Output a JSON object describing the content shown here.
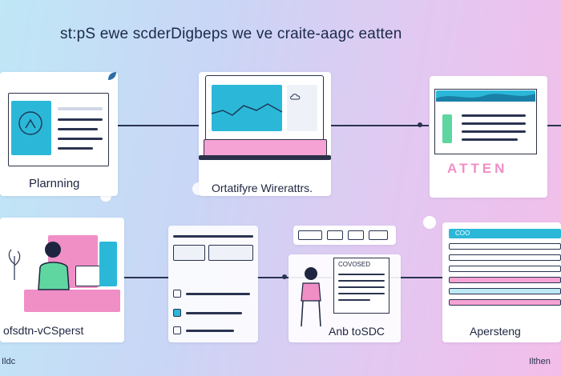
{
  "title": "st:pS ewe scderDigbeps  we ve craite-aagc eatten",
  "steps": [
    {
      "label": "Plarnning"
    },
    {
      "label": "Ortatifyre Wirerattrs."
    },
    {
      "label": "ATTEN"
    },
    {
      "label": "ofsdtn-vCSperst"
    },
    {
      "label": "Anb toSDC"
    },
    {
      "label": "Apersteng"
    }
  ],
  "form_header": "COVOSED",
  "table_header": "COO",
  "footer_left": "Ildc",
  "footer_right": "Ilthen",
  "colors": {
    "accent_cyan": "#2bb8d8",
    "accent_pink": "#f08ec6",
    "accent_green": "#5fd6a0",
    "ink": "#2a3350"
  }
}
